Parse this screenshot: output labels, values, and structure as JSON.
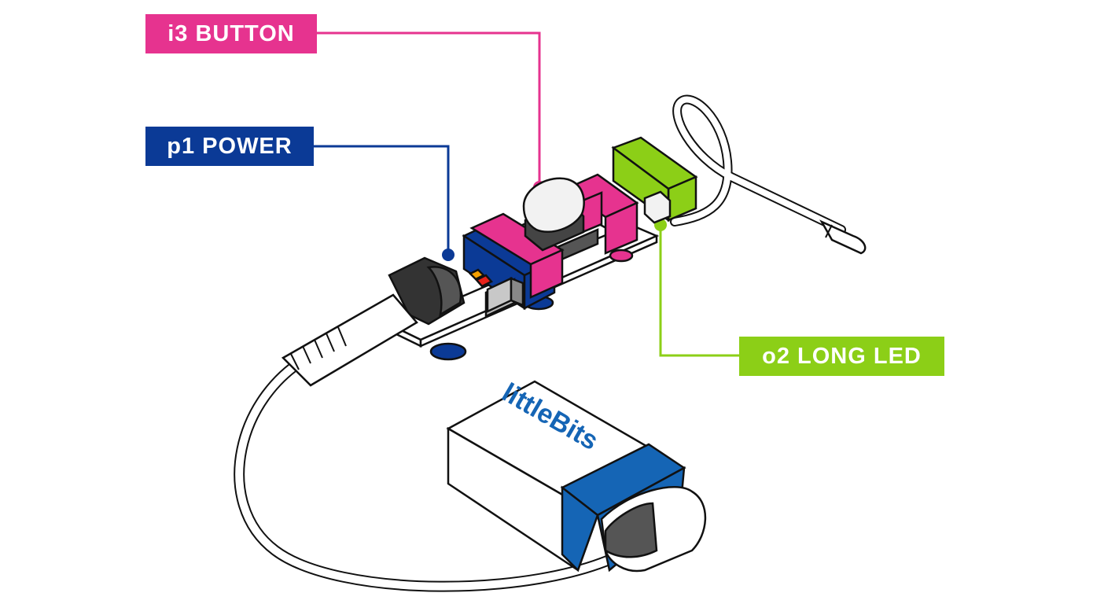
{
  "labels": {
    "button": "i3 BUTTON",
    "power": "p1 POWER",
    "led": "o2 LONG LED"
  },
  "battery_brand": "littleBits",
  "colors": {
    "button_module": "#e6338f",
    "power_module": "#0b3a96",
    "led_module": "#8ccf17",
    "battery_band": "#1565b5",
    "outline": "#111111"
  }
}
